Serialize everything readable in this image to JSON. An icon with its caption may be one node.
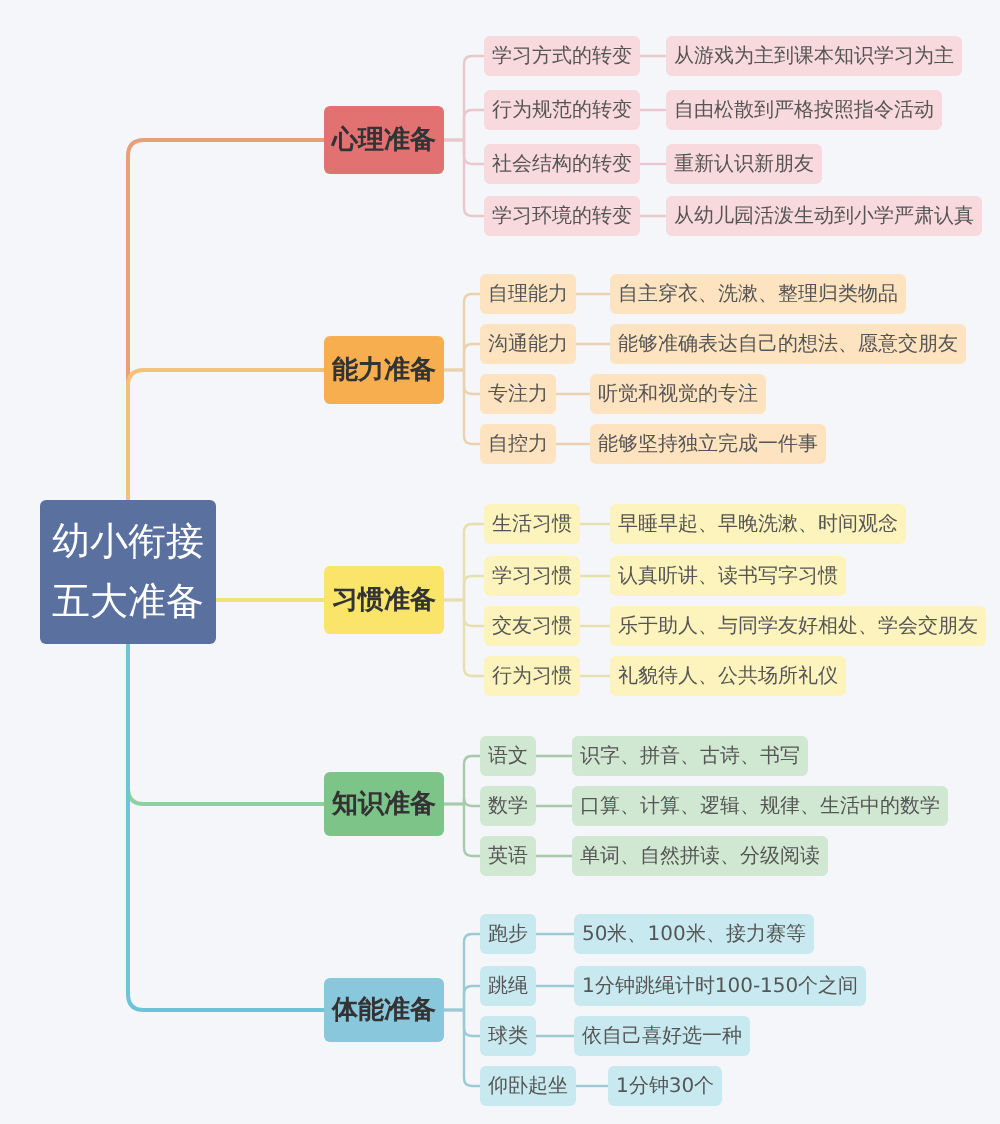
{
  "diagram": {
    "nodes": [
      {
        "text": [
          "幼小衔接五大准备"
        ]
      },
      {
        "text": [
          "心理准备"
        ]
      },
      {
        "text": [
          "学习方式的转变"
        ]
      },
      {
        "text": [
          "从游戏为主到课本知识学习为主"
        ]
      },
      {
        "text": [
          "行为规范的转变"
        ]
      },
      {
        "text": [
          "自由松散到严格按照指令活动"
        ]
      },
      {
        "text": [
          "社会结构的转变"
        ]
      },
      {
        "text": [
          "重新认识新朋友"
        ]
      },
      {
        "text": [
          "学习环境的转变"
        ]
      },
      {
        "text": [
          "从幼儿园活泼生动到小学严肃认真"
        ]
      },
      {
        "text": [
          "能力准备"
        ]
      },
      {
        "text": [
          "自理能力"
        ]
      },
      {
        "text": [
          "自主穿衣、洗漱、整理归类物品"
        ]
      },
      {
        "text": [
          "沟通能力"
        ]
      },
      {
        "text": [
          "能够准确表达自己的想法、愿意交朋友"
        ]
      },
      {
        "text": [
          "专注力"
        ]
      },
      {
        "text": [
          "听觉和视觉的专注"
        ]
      },
      {
        "text": [
          "自控力"
        ]
      },
      {
        "text": [
          "能够坚持独立完成一件事"
        ]
      },
      {
        "text": [
          "习惯准备"
        ]
      },
      {
        "text": [
          "生活习惯"
        ]
      },
      {
        "text": [
          "早睡早起、早晚洗漱、时间观念"
        ]
      },
      {
        "text": [
          "学习习惯"
        ]
      },
      {
        "text": [
          "认真听讲、读书写字习惯"
        ]
      },
      {
        "text": [
          "交友习惯"
        ]
      },
      {
        "text": [
          "乐于助人、与同学友好相处、学会交朋友"
        ]
      },
      {
        "text": [
          "行为习惯"
        ]
      },
      {
        "text": [
          "礼貌待人、公共场所礼仪"
        ]
      },
      {
        "text": [
          "知识准备"
        ]
      },
      {
        "text": [
          "语文"
        ]
      },
      {
        "text": [
          "识字、拼音、古诗、书写"
        ]
      },
      {
        "text": [
          "数学"
        ]
      },
      {
        "text": [
          "口算、计算、逻辑、规律、生活中的数学"
        ]
      },
      {
        "text": [
          "英语"
        ]
      },
      {
        "text": [
          "单词、自然拼读、分级阅读"
        ]
      },
      {
        "text": [
          "体能准备"
        ]
      },
      {
        "text": [
          "跑步"
        ]
      },
      {
        "text": [
          "50米、100米、接力赛等"
        ]
      },
      {
        "text": [
          "跳绳"
        ]
      },
      {
        "text": [
          "1分钟跳绳计时100-150个之间"
        ]
      },
      {
        "text": [
          "球类"
        ]
      },
      {
        "text": [
          "依自己喜好选一种"
        ]
      },
      {
        "text": [
          "仰卧起坐"
        ]
      },
      {
        "text": [
          "1分钟30个"
        ]
      }
    ],
    "edges": [
      {
        "from": 0,
        "to": 1,
        "arrow": "none",
        "color": "#e8a07a"
      },
      {
        "from": 0,
        "to": 10,
        "arrow": "none",
        "color": "#f3c27a"
      },
      {
        "from": 0,
        "to": 19,
        "arrow": "none",
        "color": "#f2e27a"
      },
      {
        "from": 0,
        "to": 28,
        "arrow": "none",
        "color": "#8fd0a0"
      },
      {
        "from": 0,
        "to": 35,
        "arrow": "none",
        "color": "#6cc4d8"
      },
      {
        "from": 1,
        "to": 2,
        "arrow": "none",
        "color": "#e8c8cc"
      },
      {
        "from": 2,
        "to": 3,
        "arrow": "none",
        "color": "#e8c8cc"
      },
      {
        "from": 1,
        "to": 4,
        "arrow": "none",
        "color": "#e8c8cc"
      },
      {
        "from": 4,
        "to": 5,
        "arrow": "none",
        "color": "#e8c8cc"
      },
      {
        "from": 1,
        "to": 6,
        "arrow": "none",
        "color": "#e8c8cc"
      },
      {
        "from": 6,
        "to": 7,
        "arrow": "none",
        "color": "#e8c8cc"
      },
      {
        "from": 1,
        "to": 8,
        "arrow": "none",
        "color": "#e8c8cc"
      },
      {
        "from": 8,
        "to": 9,
        "arrow": "none",
        "color": "#e8c8cc"
      },
      {
        "from": 10,
        "to": 11,
        "arrow": "none",
        "color": "#ead2ae"
      },
      {
        "from": 11,
        "to": 12,
        "arrow": "none",
        "color": "#ead2ae"
      },
      {
        "from": 10,
        "to": 13,
        "arrow": "none",
        "color": "#ead2ae"
      },
      {
        "from": 13,
        "to": 14,
        "arrow": "none",
        "color": "#ead2ae"
      },
      {
        "from": 10,
        "to": 15,
        "arrow": "none",
        "color": "#ead2ae"
      },
      {
        "from": 15,
        "to": 16,
        "arrow": "none",
        "color": "#ead2ae"
      },
      {
        "from": 10,
        "to": 17,
        "arrow": "none",
        "color": "#ead2ae"
      },
      {
        "from": 17,
        "to": 18,
        "arrow": "none",
        "color": "#ead2ae"
      },
      {
        "from": 19,
        "to": 20,
        "arrow": "none",
        "color": "#e6dfae"
      },
      {
        "from": 20,
        "to": 21,
        "arrow": "none",
        "color": "#e6dfae"
      },
      {
        "from": 19,
        "to": 22,
        "arrow": "none",
        "color": "#e6dfae"
      },
      {
        "from": 22,
        "to": 23,
        "arrow": "none",
        "color": "#e6dfae"
      },
      {
        "from": 19,
        "to": 24,
        "arrow": "none",
        "color": "#e6dfae"
      },
      {
        "from": 24,
        "to": 25,
        "arrow": "none",
        "color": "#e6dfae"
      },
      {
        "from": 19,
        "to": 26,
        "arrow": "none",
        "color": "#e6dfae"
      },
      {
        "from": 26,
        "to": 27,
        "arrow": "none",
        "color": "#e6dfae"
      },
      {
        "from": 28,
        "to": 29,
        "arrow": "none",
        "color": "#a9c9ad"
      },
      {
        "from": 29,
        "to": 30,
        "arrow": "none",
        "color": "#a9c9ad"
      },
      {
        "from": 28,
        "to": 31,
        "arrow": "none",
        "color": "#a9c9ad"
      },
      {
        "from": 31,
        "to": 32,
        "arrow": "none",
        "color": "#a9c9ad"
      },
      {
        "from": 28,
        "to": 33,
        "arrow": "none",
        "color": "#a9c9ad"
      },
      {
        "from": 33,
        "to": 34,
        "arrow": "none",
        "color": "#a9c9ad"
      },
      {
        "from": 35,
        "to": 36,
        "arrow": "none",
        "color": "#9ccad4"
      },
      {
        "from": 36,
        "to": 37,
        "arrow": "none",
        "color": "#9ccad4"
      },
      {
        "from": 35,
        "to": 38,
        "arrow": "none",
        "color": "#9ccad4"
      },
      {
        "from": 38,
        "to": 39,
        "arrow": "none",
        "color": "#9ccad4"
      },
      {
        "from": 35,
        "to": 40,
        "arrow": "none",
        "color": "#9ccad4"
      },
      {
        "from": 40,
        "to": 41,
        "arrow": "none",
        "color": "#9ccad4"
      },
      {
        "from": 35,
        "to": 42,
        "arrow": "none",
        "color": "#9ccad4"
      },
      {
        "from": 42,
        "to": 43,
        "arrow": "none",
        "color": "#9ccad4"
      }
    ]
  }
}
